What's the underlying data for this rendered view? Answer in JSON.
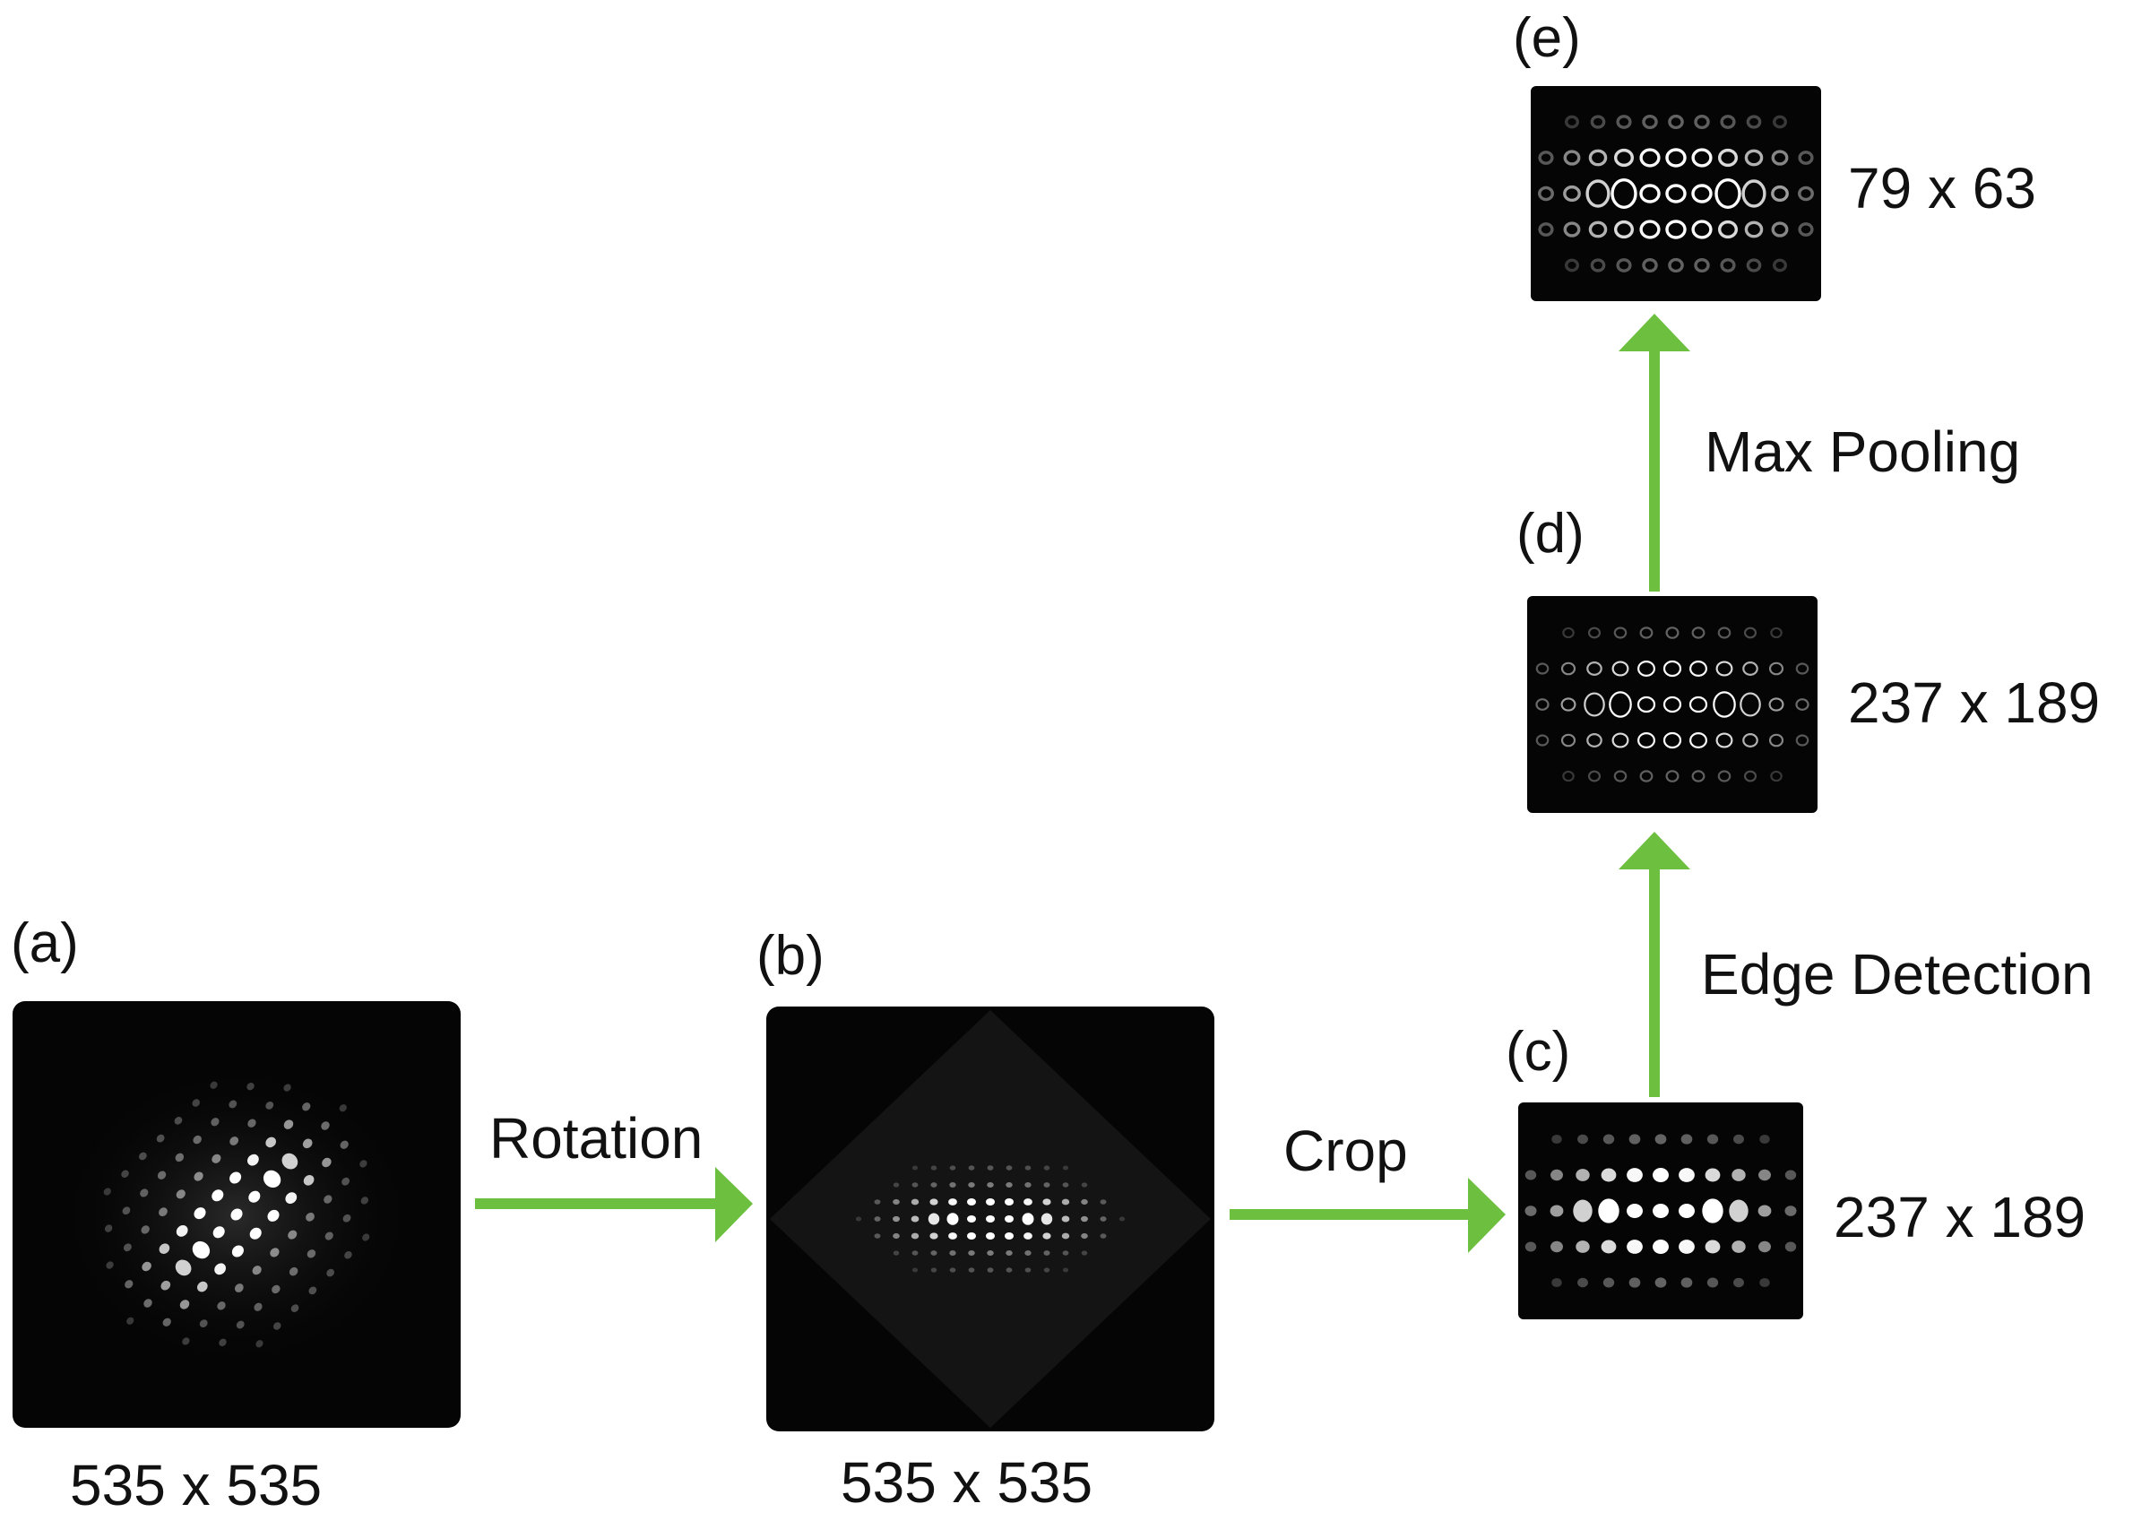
{
  "colors": {
    "arrow": "#6cbf3f",
    "background": "#ffffff",
    "panel": "#050505"
  },
  "panels": {
    "a": {
      "label": "(a)",
      "size": "535 x 535"
    },
    "b": {
      "label": "(b)",
      "size": "535 x 535"
    },
    "c": {
      "label": "(c)",
      "size": "237 x 189"
    },
    "d": {
      "label": "(d)",
      "size": "237 x 189"
    },
    "e": {
      "label": "(e)",
      "size": "79 x 63"
    }
  },
  "steps": {
    "rotation": "Rotation",
    "crop": "Crop",
    "edge_detection": "Edge Detection",
    "max_pooling": "Max Pooling"
  }
}
